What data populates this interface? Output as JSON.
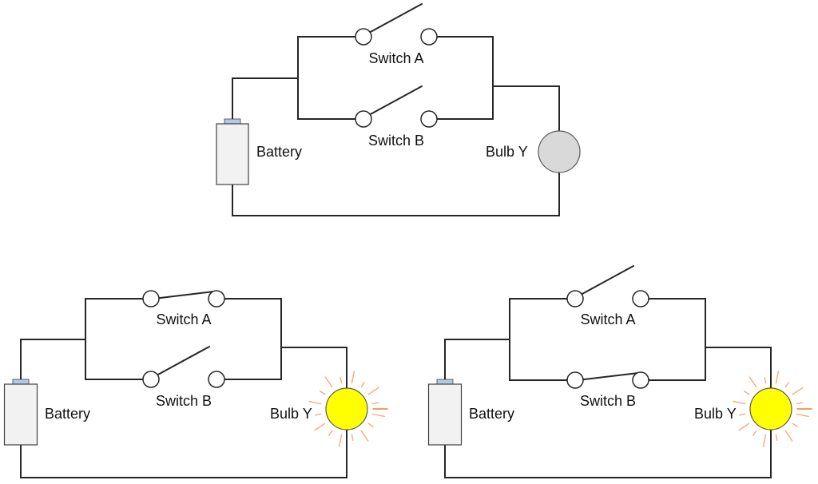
{
  "diagram": {
    "title": "",
    "colors": {
      "wire": "#262626",
      "bulb_off": "#d9d9d9",
      "bulb_on": "#ffff00",
      "ray": "#f4b183",
      "ray_accent": "#ed7d31",
      "battery_body": "#f2f2f2",
      "battery_terminal": "#b4c7e7"
    },
    "circuits": [
      {
        "id": "top",
        "battery_label": "Battery",
        "switch_a_label": "Switch A",
        "switch_b_label": "Switch B",
        "bulb_label": "Bulb Y",
        "switch_a_state": "open",
        "switch_b_state": "open",
        "bulb_state": "off"
      },
      {
        "id": "bottom-left",
        "battery_label": "Battery",
        "switch_a_label": "Switch A",
        "switch_b_label": "Switch B",
        "bulb_label": "Bulb Y",
        "switch_a_state": "closed",
        "switch_b_state": "open",
        "bulb_state": "on"
      },
      {
        "id": "bottom-right",
        "battery_label": "Battery",
        "switch_a_label": "Switch A",
        "switch_b_label": "Switch B",
        "bulb_label": "Bulb Y",
        "switch_a_state": "open",
        "switch_b_state": "closed",
        "bulb_state": "on"
      }
    ]
  }
}
